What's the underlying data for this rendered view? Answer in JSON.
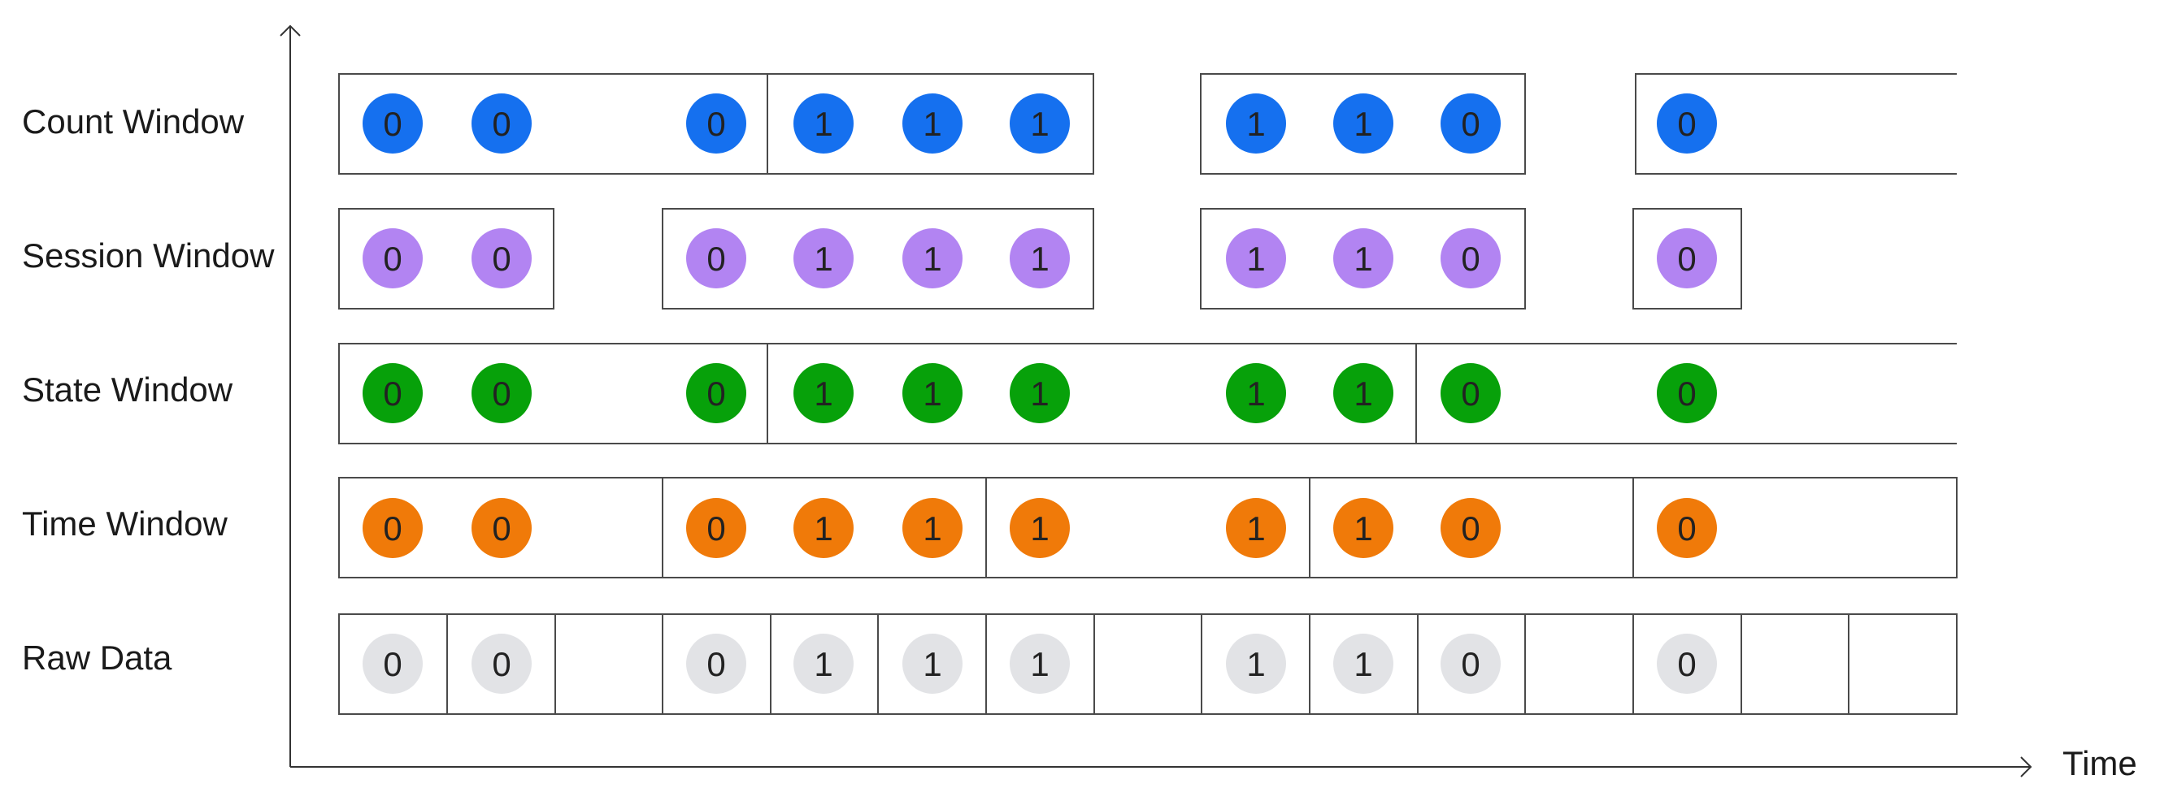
{
  "axis": {
    "x_label": "Time"
  },
  "rows": [
    {
      "key": "count",
      "label": "Count Window",
      "color": "#1570ef"
    },
    {
      "key": "session",
      "label": "Session Window",
      "color": "#b284f2"
    },
    {
      "key": "state",
      "label": "State Window",
      "color": "#07a10a"
    },
    {
      "key": "time",
      "label": "Time Window",
      "color": "#f07a09"
    },
    {
      "key": "raw",
      "label": "Raw Data",
      "color": "#e2e3e6"
    }
  ],
  "raw_data": [
    "0",
    "0",
    "",
    "0",
    "1",
    "1",
    "1",
    "",
    "1",
    "1",
    "0",
    "",
    "0",
    "",
    ""
  ]
}
